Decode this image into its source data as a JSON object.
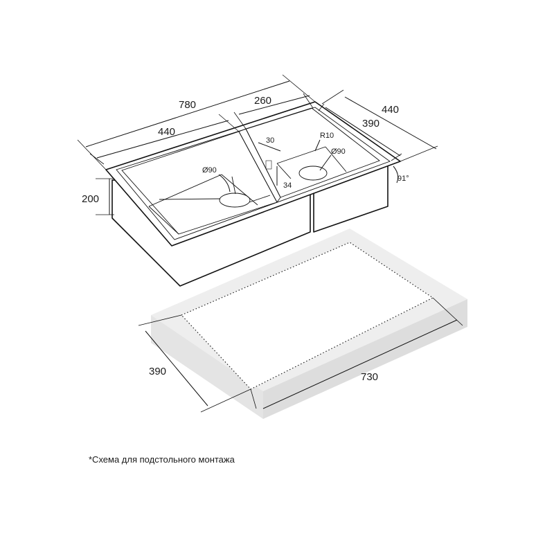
{
  "dimensions": {
    "total_length": "780",
    "depth": "440",
    "left_bowl_length": "440",
    "right_bowl_length": "260",
    "right_bowl_depth": "390",
    "bowl_height": "200",
    "right_bowl_height": "34",
    "divider_width": "30",
    "corner_radius": "R10",
    "left_drain_diameter": "Ø90",
    "right_drain_diameter": "Ø90",
    "rim_angle": "91°",
    "cutout_width": "390",
    "cutout_length": "730"
  },
  "footnote": "*Схема для подстольного монтажа",
  "colors": {
    "line": "#111111",
    "countertop_fill": "#eeeeee",
    "background": "#ffffff"
  }
}
